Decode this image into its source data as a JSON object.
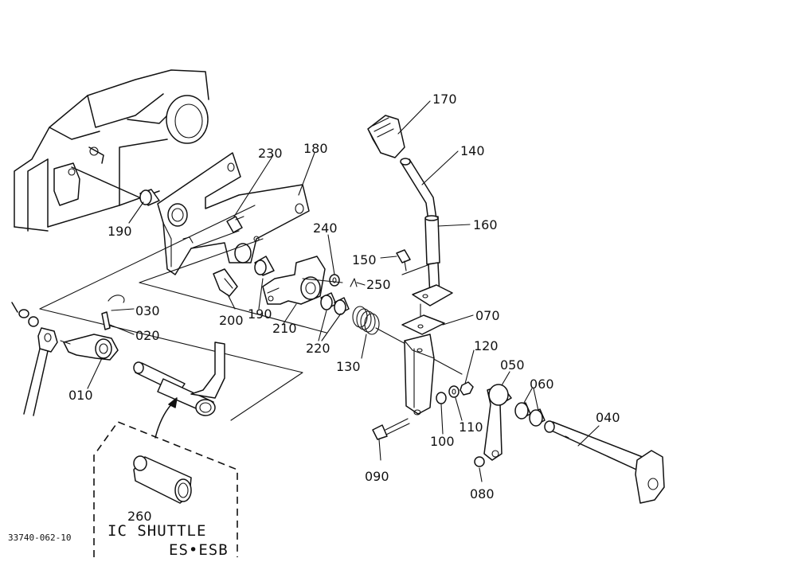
{
  "parts": {
    "p010": "010",
    "p020": "020",
    "p030": "030",
    "p040": "040",
    "p050": "050",
    "p060": "060",
    "p070": "070",
    "p080": "080",
    "p090": "090",
    "p100": "100",
    "p110": "110",
    "p120": "120",
    "p130": "130",
    "p140": "140",
    "p150": "150",
    "p160": "160",
    "p170": "170",
    "p180": "180",
    "p190a": "190",
    "p190b": "190",
    "p200": "200",
    "p210": "210",
    "p220": "220",
    "p230": "230",
    "p240": "240",
    "p250": "250",
    "p260": "260"
  },
  "variant": {
    "line1": "IC SHUTTLE",
    "line2": "ES•ESB"
  },
  "diagram_code": "33740-062-10"
}
